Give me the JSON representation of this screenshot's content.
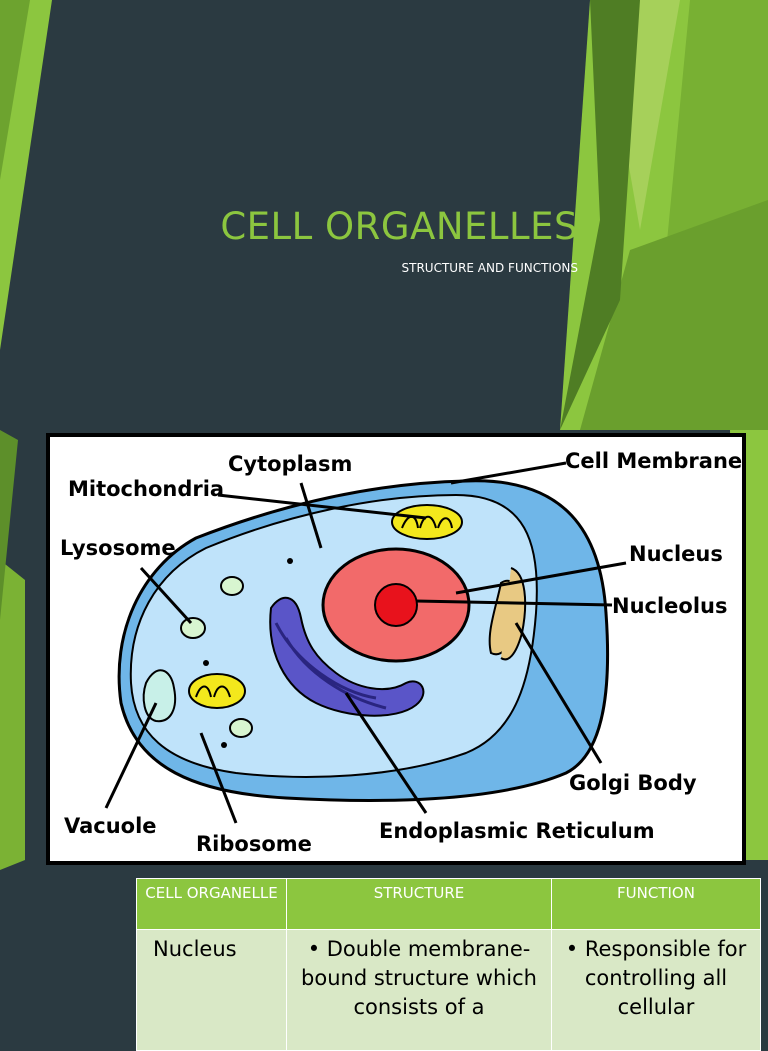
{
  "slide": {
    "title": "CELL ORGANELLES",
    "subtitle": "STRUCTURE AND FUNCTIONS"
  },
  "diagram": {
    "labels": {
      "cytoplasm": "Cytoplasm",
      "cell_membrane": "Cell Membrane",
      "mitochondria": "Mitochondria",
      "lysosome": "Lysosome",
      "nucleus": "Nucleus",
      "nucleolus": "Nucleolus",
      "golgi_body": "Golgi Body",
      "vacuole": "Vacuole",
      "ribosome": "Ribosome",
      "endoplasmic_reticulum": "Endoplasmic Reticulum"
    }
  },
  "table": {
    "headers": [
      "CELL ORGANELLE",
      "STRUCTURE",
      "FUNCTION"
    ],
    "rows": [
      {
        "organelle": "Nucleus",
        "structure": "• Double membrane-bound structure which consists of a",
        "function": "• Responsible for controlling all cellular"
      }
    ]
  },
  "colors": {
    "background": "#2b3a41",
    "accent_green": "#8cc63f",
    "header_green": "#8cc63f",
    "cell_row": "#d9e8c6"
  }
}
